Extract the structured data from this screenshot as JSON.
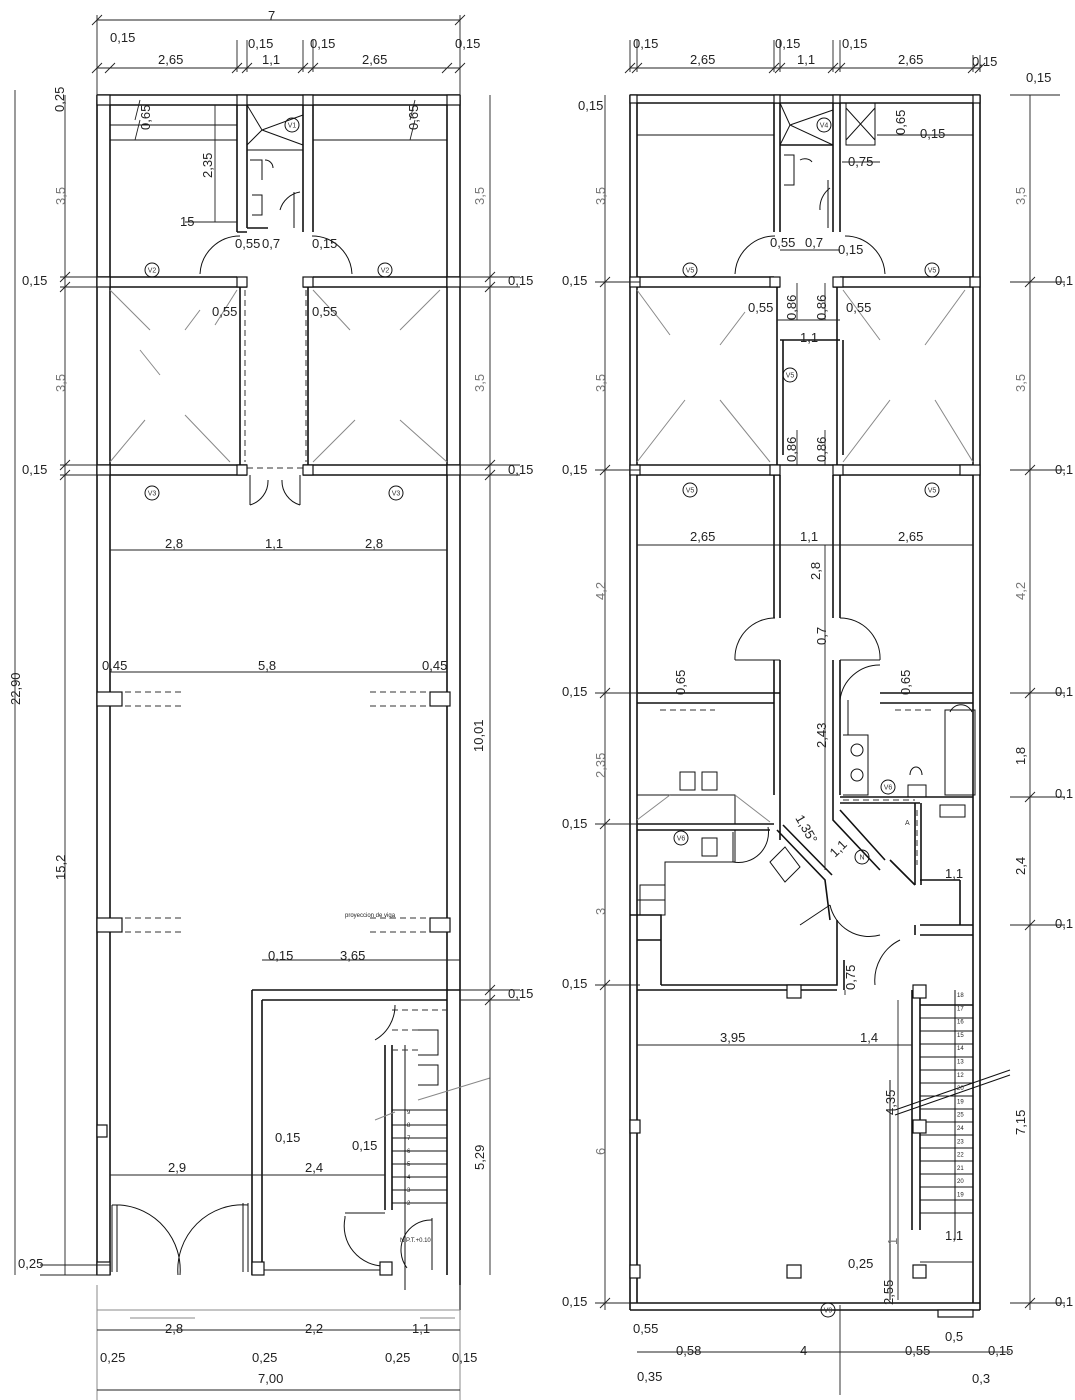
{
  "left_plan": {
    "dims": [
      "7",
      "0,15",
      "0,15",
      "0,15",
      "0,15",
      "2,65",
      "1,1",
      "2,65",
      "0,25",
      "0,65",
      "0,65",
      "2,35",
      "3,5",
      "3,5",
      "15",
      "0,55",
      "0,7",
      "0,15",
      "0,15",
      "0,15",
      "0,55",
      "0,55",
      "3,5",
      "3,5",
      "0,15",
      "0,15",
      "2,8",
      "1,1",
      "2,8",
      "0,45",
      "5,8",
      "0,45",
      "22,90",
      "10,01",
      "15,2",
      "0,15",
      "3,65",
      "0,15",
      "0,15",
      "0,15",
      "2,9",
      "2,4",
      "5,29",
      "0,25",
      "2,8",
      "2,2",
      "1,1",
      "0,25",
      "0,25",
      "0,25",
      "0,15",
      "7,00"
    ],
    "notes": [
      "proyeccion de viga",
      "N.P.T.+0.10"
    ],
    "tags": [
      "V1",
      "V2",
      "V2",
      "V3",
      "V3"
    ],
    "stair_numbers": [
      "9",
      "8",
      "7",
      "6",
      "5",
      "4",
      "3",
      "2"
    ]
  },
  "right_plan": {
    "dims": [
      "0,15",
      "0,15",
      "0,15",
      "2,65",
      "1,1",
      "2,65",
      "0,15",
      "0,15",
      "0,15",
      "0,65",
      "0,15",
      "0,75",
      "3,5",
      "3,5",
      "0,55",
      "0,7",
      "0,15",
      "0,15",
      "0,1",
      "0,55",
      "0,86",
      "0,86",
      "0,55",
      "1,1",
      "3,5",
      "3,5",
      "0,86",
      "0,86",
      "0,15",
      "0,1",
      "2,65",
      "1,1",
      "2,65",
      "4,2",
      "4,2",
      "2,8",
      "0,7",
      "0,65",
      "0,65",
      "0,15",
      "0,1",
      "2,43",
      "2,35",
      "1,8",
      "0,1",
      "0,15",
      "1,35°",
      "1,1",
      "2,4",
      "1,1",
      "3",
      "0,1",
      "0,75",
      "0,15",
      "3,95",
      "1,4",
      "4,35",
      "7,15",
      "6",
      "1,1",
      "1",
      "0,25",
      "2,55",
      "0,15",
      "0,1",
      "0,55",
      "0,58",
      "4",
      "0,55",
      "0,5",
      "0,15",
      "0,35",
      "0,3"
    ],
    "tags": [
      "V4",
      "V5",
      "V5",
      "V5",
      "V5",
      "V5",
      "V6",
      "V6",
      "V9",
      "N",
      "A"
    ],
    "stair_numbers": [
      "18",
      "17",
      "16",
      "15",
      "14",
      "13",
      "12",
      "20",
      "19",
      "25",
      "24",
      "23",
      "22",
      "21",
      "20",
      "19"
    ]
  }
}
